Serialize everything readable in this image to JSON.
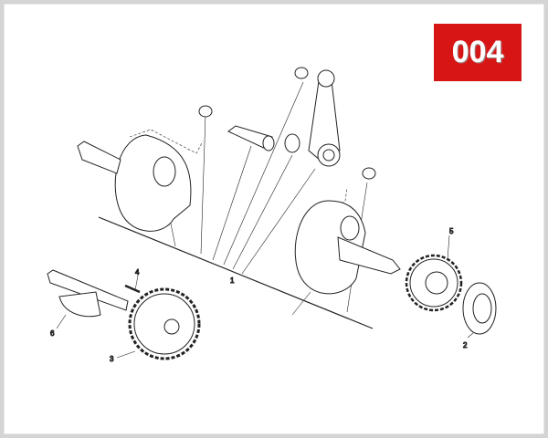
{
  "badge": {
    "text": "004",
    "color": "#d71515"
  },
  "callouts": [
    "1",
    "2",
    "3",
    "4",
    "5",
    "6"
  ]
}
